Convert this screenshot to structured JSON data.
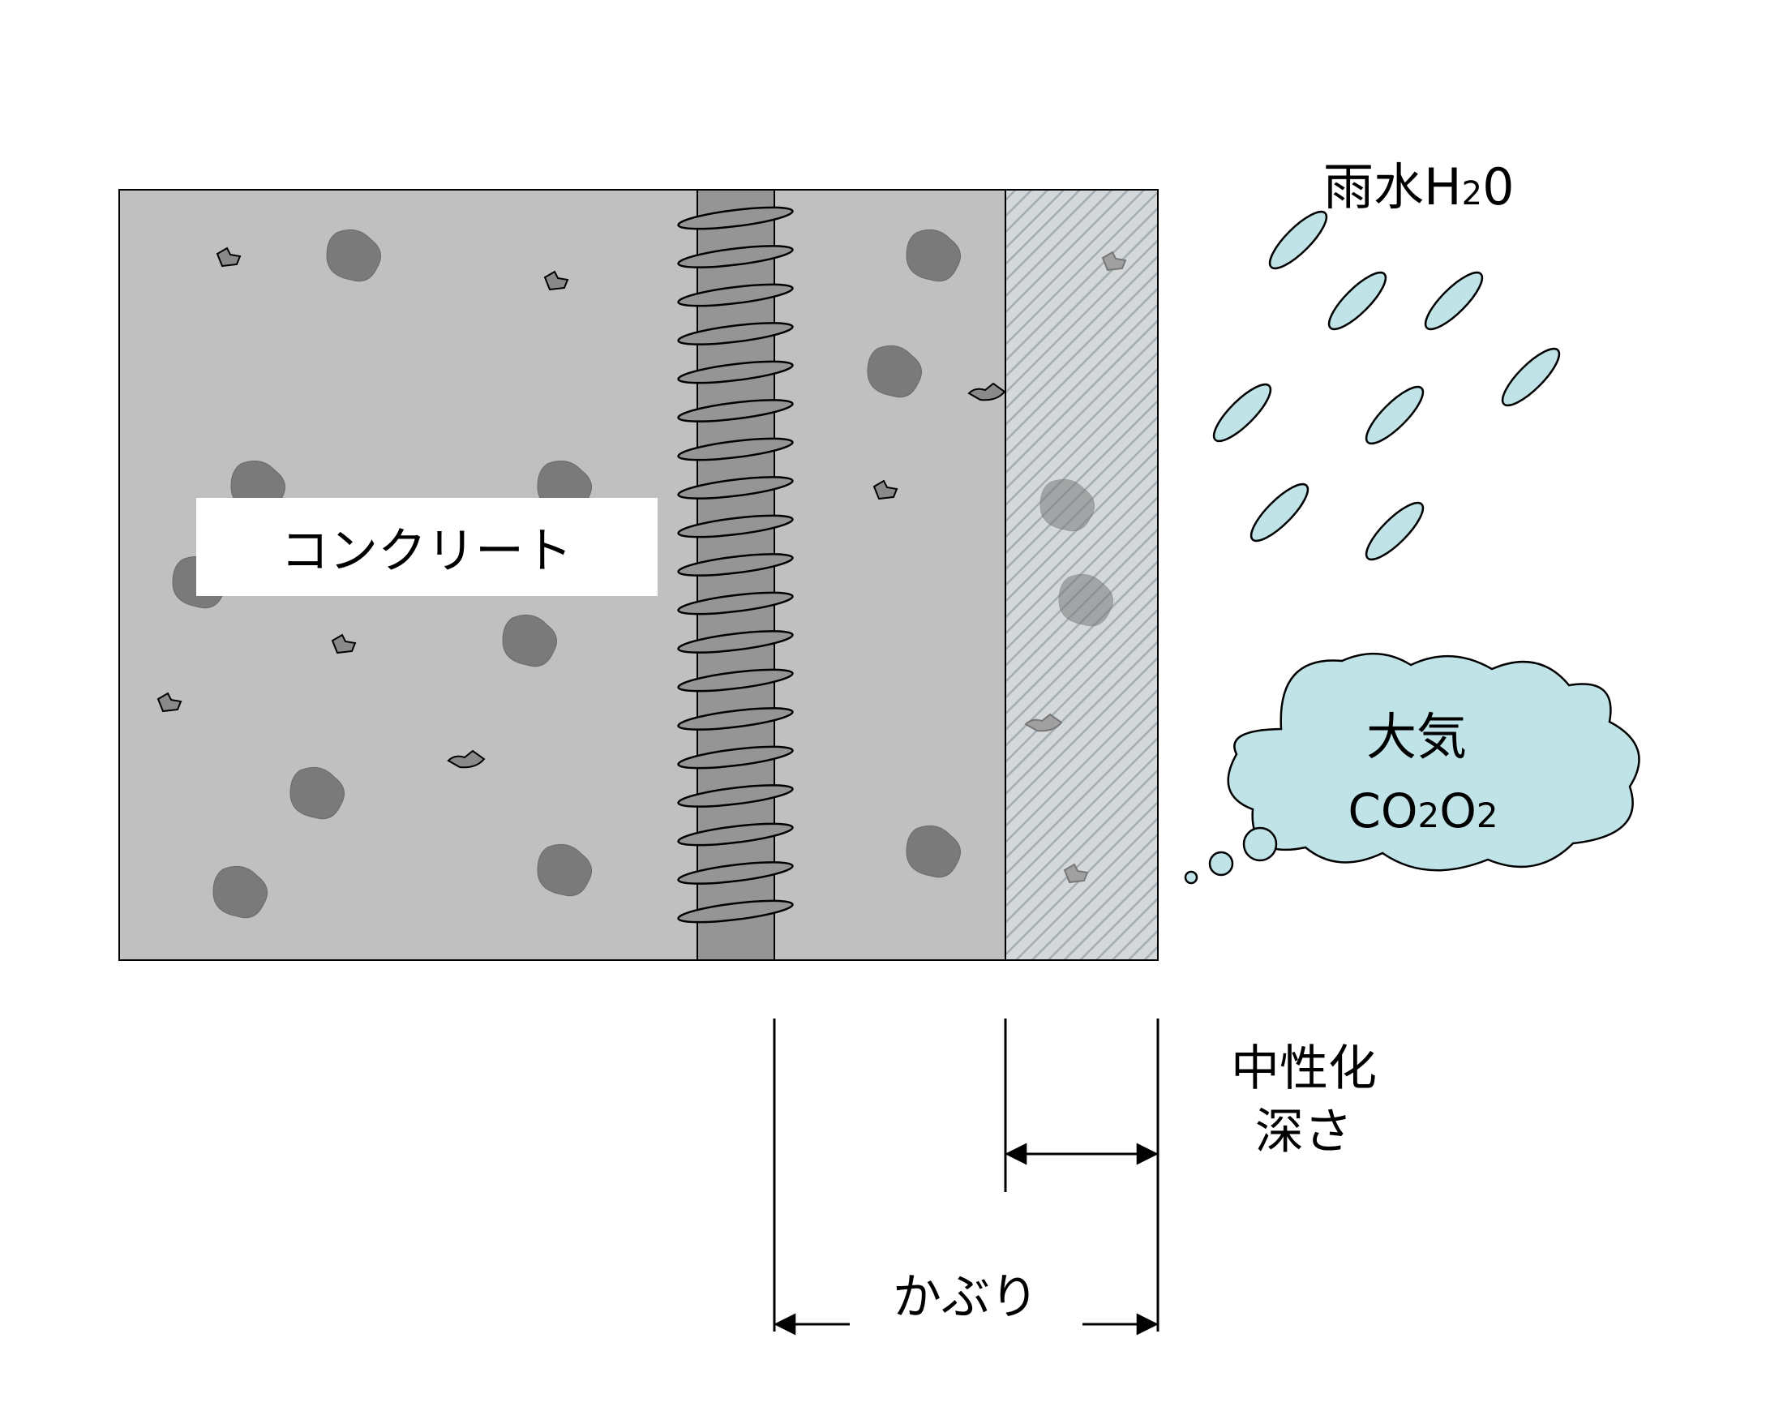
{
  "labels": {
    "concrete": "コンクリート",
    "rain": "雨水H",
    "rain_sub": "2",
    "rain_tail": "0",
    "atmosphere": "大気",
    "co2_c": "CO",
    "co2_sub": "2",
    "o2_o": "O",
    "o2_sub": "2",
    "carbonation_line1": "中性化",
    "carbonation_line2": "深さ",
    "cover": "かぶり"
  },
  "colors": {
    "concrete": "#c0c0c0",
    "aggregate": "#7a7a7a",
    "rebar": "#959595",
    "carbonated_hatch": "#a4aeb2",
    "raindrop": "#bfe3e6",
    "cloud": "#bfe3e6",
    "outline": "#000000"
  },
  "icons": {
    "rebar": "deformed-rebar-icon",
    "raindrop": "raindrop-icon",
    "cloud": "thought-cloud-icon"
  }
}
